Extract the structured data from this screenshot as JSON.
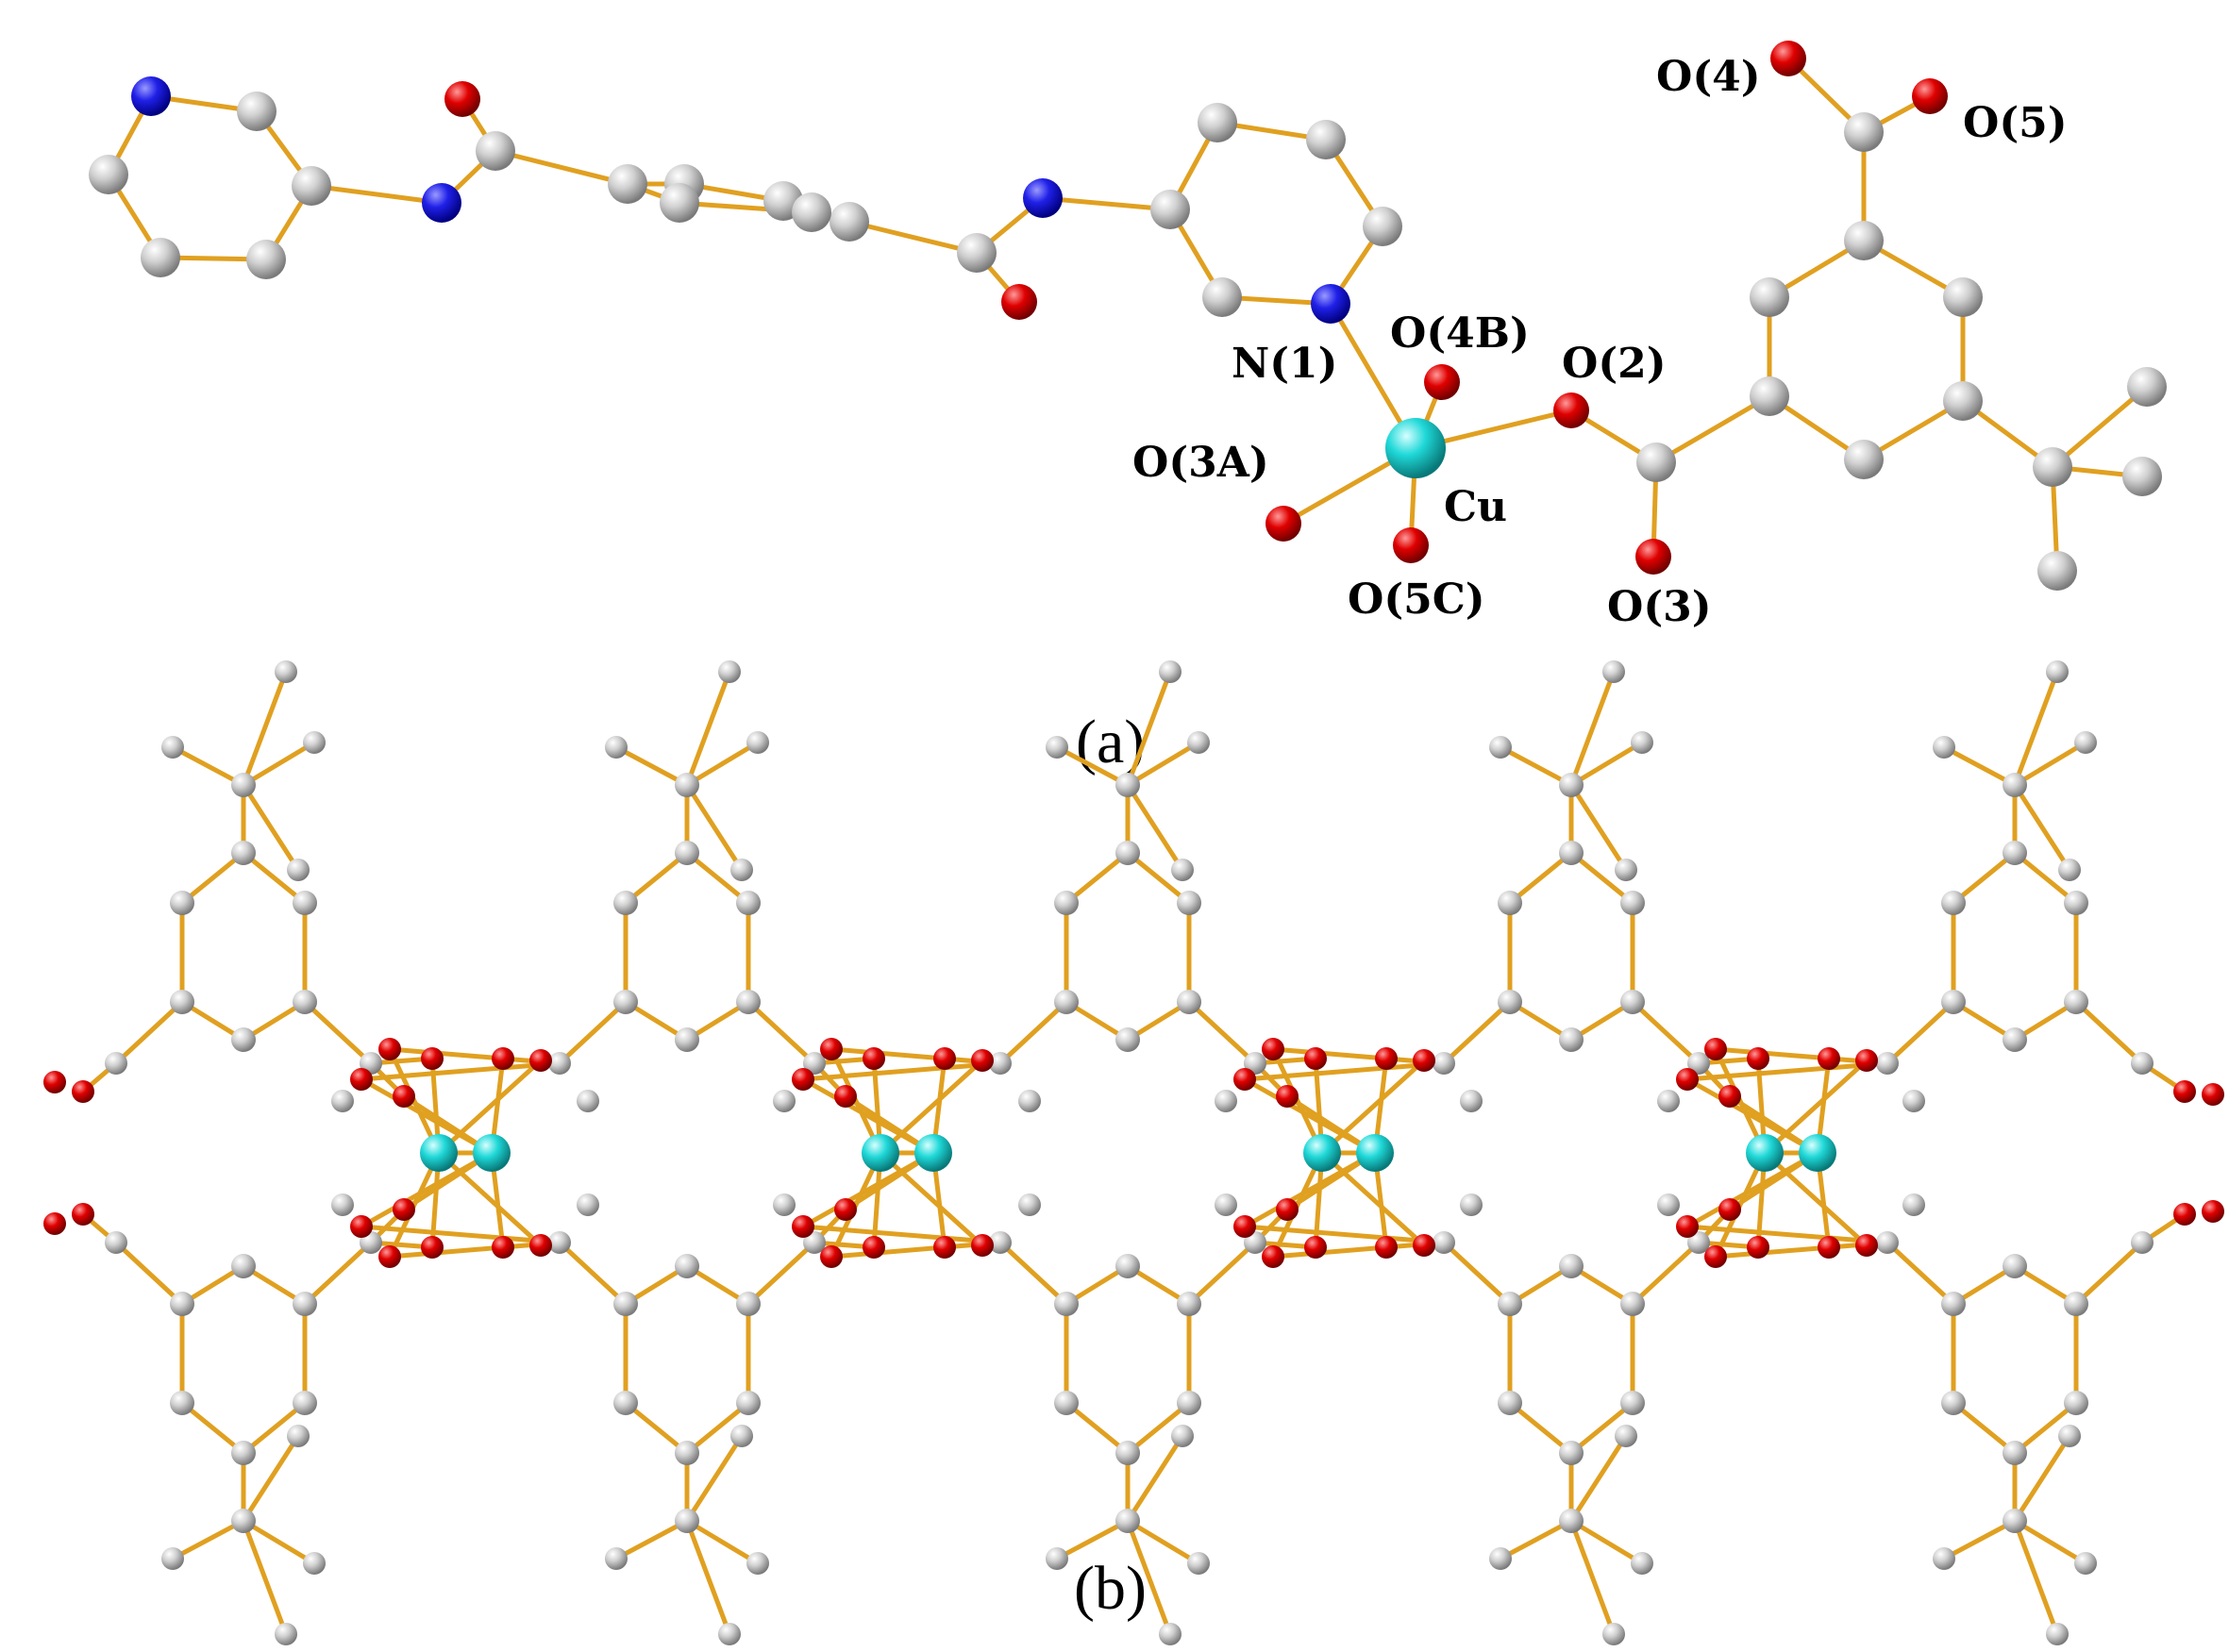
{
  "panel_a": {
    "caption": "(a)",
    "atom_labels": {
      "O4": "O(4)",
      "O5": "O(5)",
      "N1": "N(1)",
      "O4B": "O(4B)",
      "O2": "O(2)",
      "O3A": "O(3A)",
      "Cu": "Cu",
      "O5C": "O(5C)",
      "O3": "O(3)"
    }
  },
  "panel_b": {
    "caption": "(b)",
    "copper_paddlewheel_count": 4
  },
  "colors": {
    "carbon": "#B8B8B8",
    "nitrogen": "#1A1AE0",
    "oxygen": "#E00000",
    "copper": "#20D8D8",
    "bond": "#E0A020"
  }
}
